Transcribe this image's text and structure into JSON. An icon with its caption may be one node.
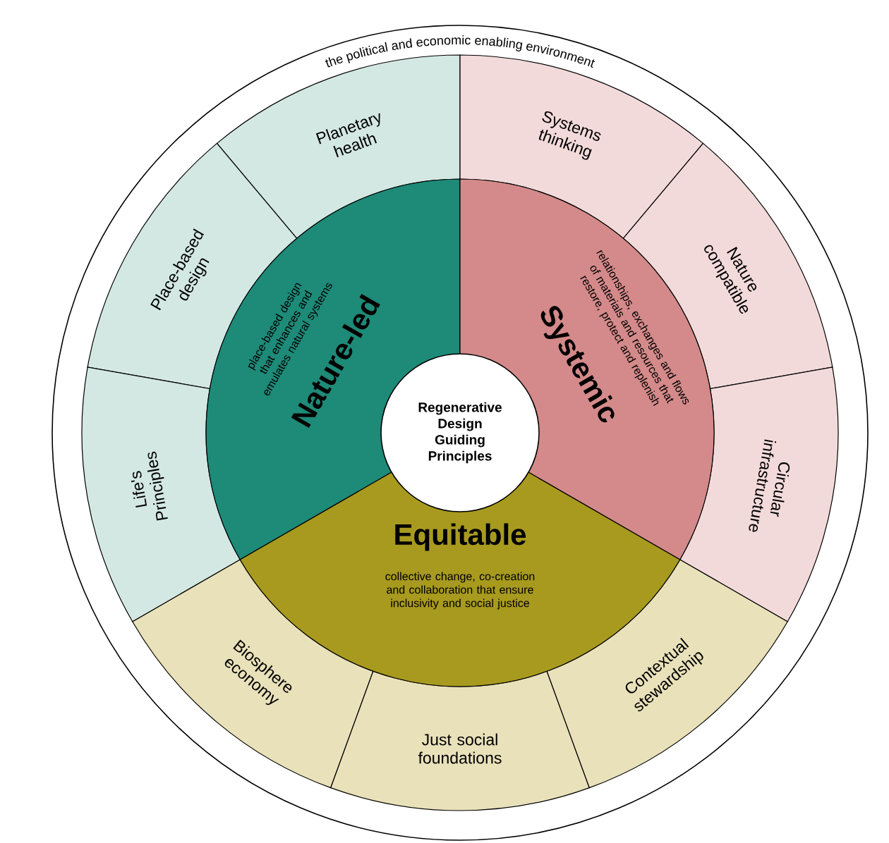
{
  "diagram": {
    "nodes": [
      {
        "text": [
          "the political and economic enabling environment"
        ]
      },
      {
        "text": [
          "Regenerative Design Guiding Principles"
        ],
        "in": 0
      },
      {
        "text": [
          "Nature-led",
          "place-based design that enhances and emulates natural systems"
        ],
        "in": 0
      },
      {
        "text": [
          "Systemic",
          "relationships, exchanges and flows of materials and resources that restore, protect and replenish"
        ],
        "in": 0
      },
      {
        "text": [
          "Equitable",
          "collective change, co-creation and collaboration that ensure inclusivity and social justice"
        ],
        "in": 0
      },
      {
        "text": [
          "Planetary health"
        ],
        "in": 0
      },
      {
        "text": [
          "Place-based design"
        ],
        "in": 0
      },
      {
        "text": [
          "Life's Principles"
        ],
        "in": 0
      },
      {
        "text": [
          "Systems thinking"
        ],
        "in": 0
      },
      {
        "text": [
          "Nature compatible"
        ],
        "in": 0
      },
      {
        "text": [
          "Circular infrastructure"
        ],
        "in": 0
      },
      {
        "text": [
          "Biosphere economy"
        ],
        "in": 0
      },
      {
        "text": [
          "Just social foundations"
        ],
        "in": 0
      },
      {
        "text": [
          "Contextual stewardship"
        ],
        "in": 0
      }
    ]
  }
}
